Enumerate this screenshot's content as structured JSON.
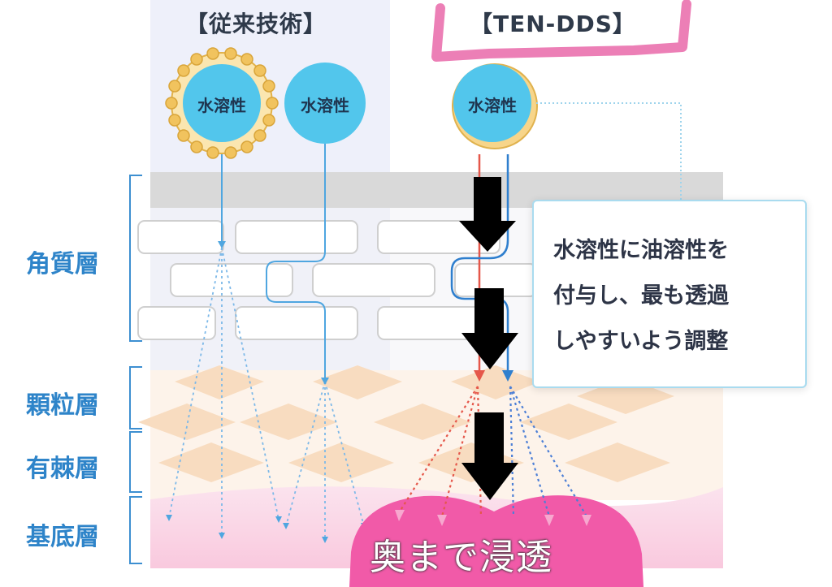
{
  "headers": {
    "conventional": "【従来技術】",
    "ten_dds": "【TEN-DDS】"
  },
  "layers": [
    "角質層",
    "顆粒層",
    "有棘層",
    "基底層"
  ],
  "molecule_label": "水溶性",
  "callout_lines": [
    "水溶性に油溶性を",
    "付与し、最も透過",
    "しやすいよう調整"
  ],
  "deep_penetration": "奥まで浸透",
  "colors": {
    "accent_blue": "#2e84c9",
    "molecule_fill": "#52c6ec",
    "lipid_gold": "#f1c35e",
    "highlight_pink": "#ec7fb6",
    "penetration_pink": "#f15aa8",
    "arrow_black": "#000000"
  }
}
